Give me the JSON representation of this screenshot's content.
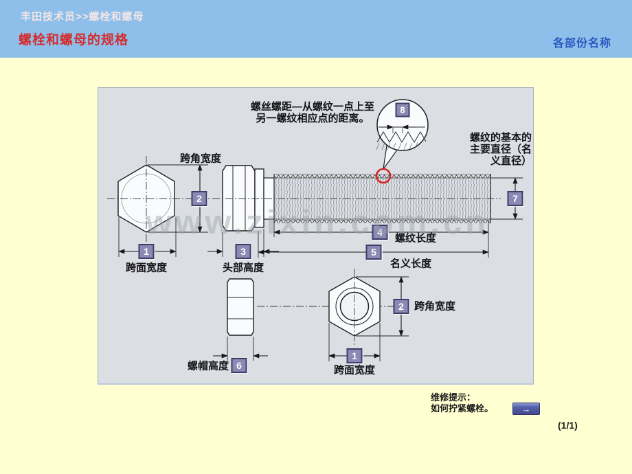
{
  "header": {
    "breadcrumb": "丰田技术员>>螺栓和螺母",
    "title": "螺栓和螺母的规格",
    "section": "各部份名称"
  },
  "diagram": {
    "pitch_note": {
      "line1": "螺丝螺距—从螺纹一点上至",
      "line2": "另一螺纹相应点的距离。"
    },
    "major_diameter_note": {
      "line1": "螺纹的基本的",
      "line2": "主要直径（名",
      "line3": "义直径）"
    },
    "labels": {
      "bolt_across_corners": "跨角宽度",
      "bolt_across_flats": "跨面宽度",
      "head_height": "头部高度",
      "thread_length": "螺纹长度",
      "nominal_length": "名义长度",
      "nut_height": "螺帽高度",
      "nut_across_corners": "跨角宽度",
      "nut_across_flats": "跨面宽度"
    },
    "badges": {
      "b1": "1",
      "b2": "2",
      "b3": "3",
      "b4": "4",
      "b5": "5",
      "b6": "6",
      "b7": "7",
      "b8": "8"
    }
  },
  "watermark": "www.zixin.com.cn",
  "footer": {
    "hint_line1": "维修提示：",
    "hint_line2": "如何拧紧螺栓。",
    "next_button": "→",
    "page": "(1/1)"
  },
  "colors": {
    "header_bg": "#8DBFEA",
    "body_bg": "#FFFFD2",
    "panel_bg": "#DBDEE3",
    "badge_bg": "#8A8AB4",
    "badge_border": "#3D3D66",
    "title_red": "#D42C2C",
    "section_blue": "#2B58C0",
    "highlight_red": "#D42222",
    "button_blue": "#5560A8"
  }
}
